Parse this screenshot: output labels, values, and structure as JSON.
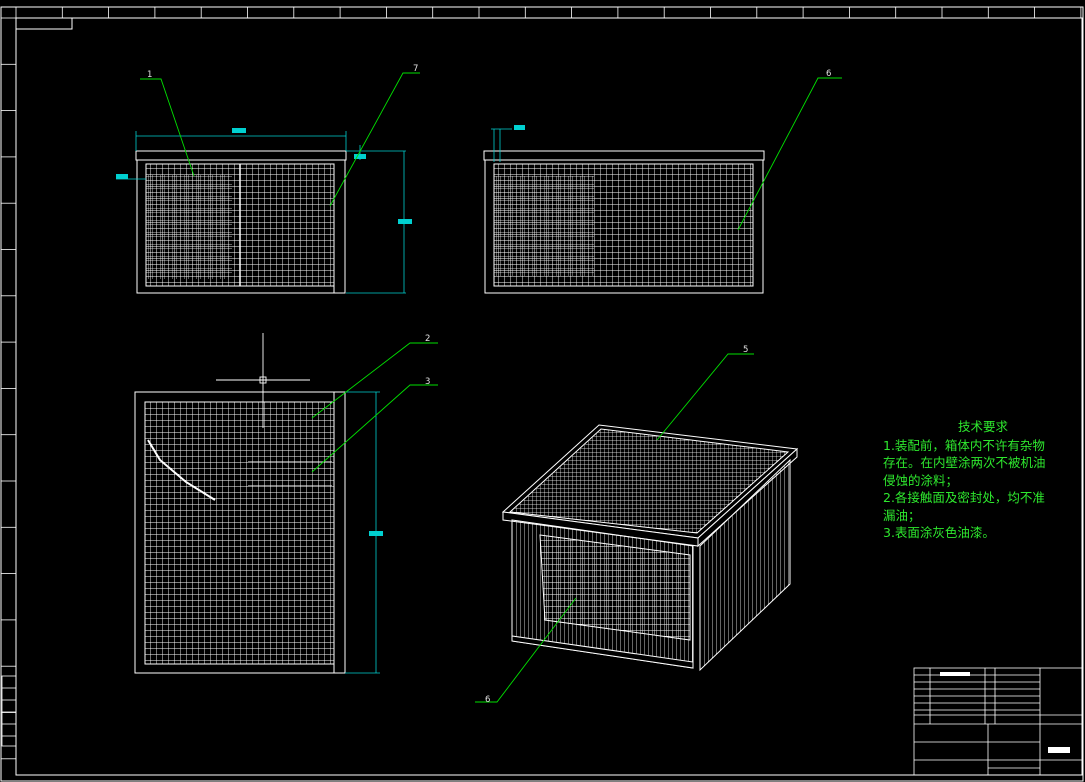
{
  "technical_requirements": {
    "title": "技术要求",
    "lines": [
      "1.装配前，箱体内不许有杂物",
      "存在。在内壁涂两次不被机油",
      "侵蚀的涂料；",
      "2.各接触面及密封处，均不准",
      "漏油；",
      "3.表面涂灰色油漆。"
    ]
  },
  "callouts": {
    "c1": "1",
    "c2": "2",
    "c3": "3",
    "c5": "5",
    "c6_top": "6",
    "c6_bottom": "6",
    "c7": "7"
  },
  "colors": {
    "background": "#000000",
    "geometry": "#ffffff",
    "leader": "#00e000",
    "dimension": "#00d0d0",
    "text": "#2ee82e"
  }
}
